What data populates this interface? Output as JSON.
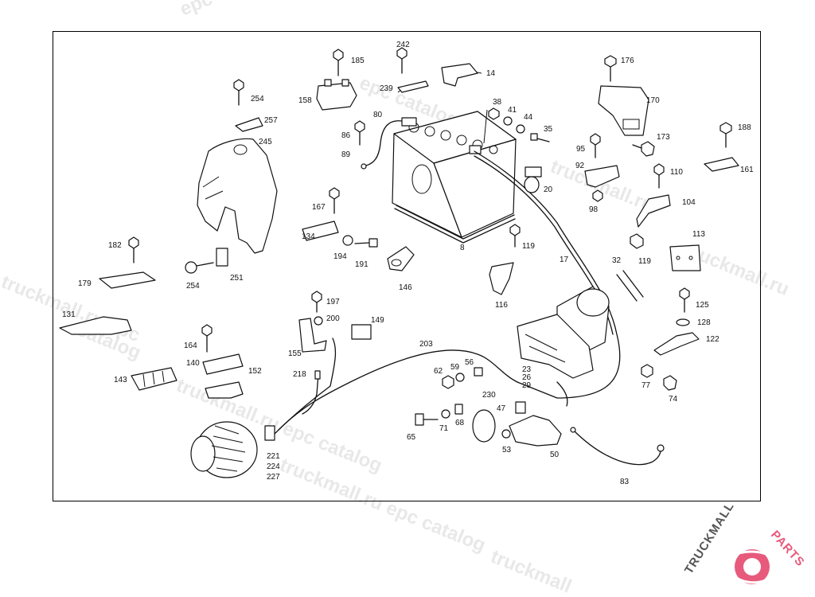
{
  "diagram": {
    "part_numbers": [
      "242",
      "185",
      "14",
      "254",
      "239",
      "158",
      "80",
      "38",
      "41",
      "44",
      "176",
      "170",
      "257",
      "86",
      "35",
      "245",
      "89",
      "95",
      "188",
      "173",
      "92",
      "161",
      "110",
      "20",
      "98",
      "104",
      "167",
      "8",
      "134",
      "113",
      "119",
      "194",
      "191",
      "182",
      "17",
      "32",
      "119",
      "146",
      "254",
      "251",
      "179",
      "116",
      "125",
      "197",
      "128",
      "131",
      "200",
      "149",
      "122",
      "203",
      "164",
      "155",
      "140",
      "62",
      "59",
      "56",
      "23",
      "26",
      "29",
      "77",
      "152",
      "218",
      "143",
      "74",
      "230",
      "47",
      "71",
      "68",
      "53",
      "65",
      "50",
      "221",
      "224",
      "227",
      "83"
    ],
    "part_label_lines": []
  },
  "watermarks": [
    "epc catalog",
    "truckmall.ru",
    "truckmall.ru epc",
    "catalog",
    "truckmall.ru epc catalog",
    "truckmall.ru",
    "epc catalog",
    "truckmall.ru epc catalog",
    "truckmall"
  ],
  "logo": {
    "brand_main": "TRUCKMALL",
    "brand_accent": "PARTS",
    "main_color": "#555555",
    "accent_color": "#e75a7c"
  }
}
